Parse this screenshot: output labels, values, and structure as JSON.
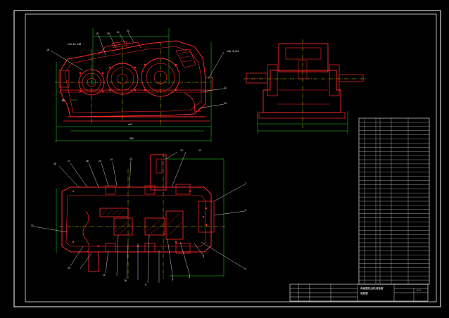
{
  "drawing": {
    "background": "#000000",
    "colors": {
      "frame": "#ffffff",
      "outline": "#ff2a2a",
      "dimension": "#22dd22",
      "centerline": "#ffff00",
      "leader": "#ffffff"
    },
    "views": [
      "front-view",
      "side-view",
      "top-section-view"
    ],
    "parts_list_rows": 40,
    "title_block": {
      "title_line1": "两级圆柱齿轮减速器",
      "title_line2": "装配图",
      "scale_label": "1:2"
    }
  }
}
